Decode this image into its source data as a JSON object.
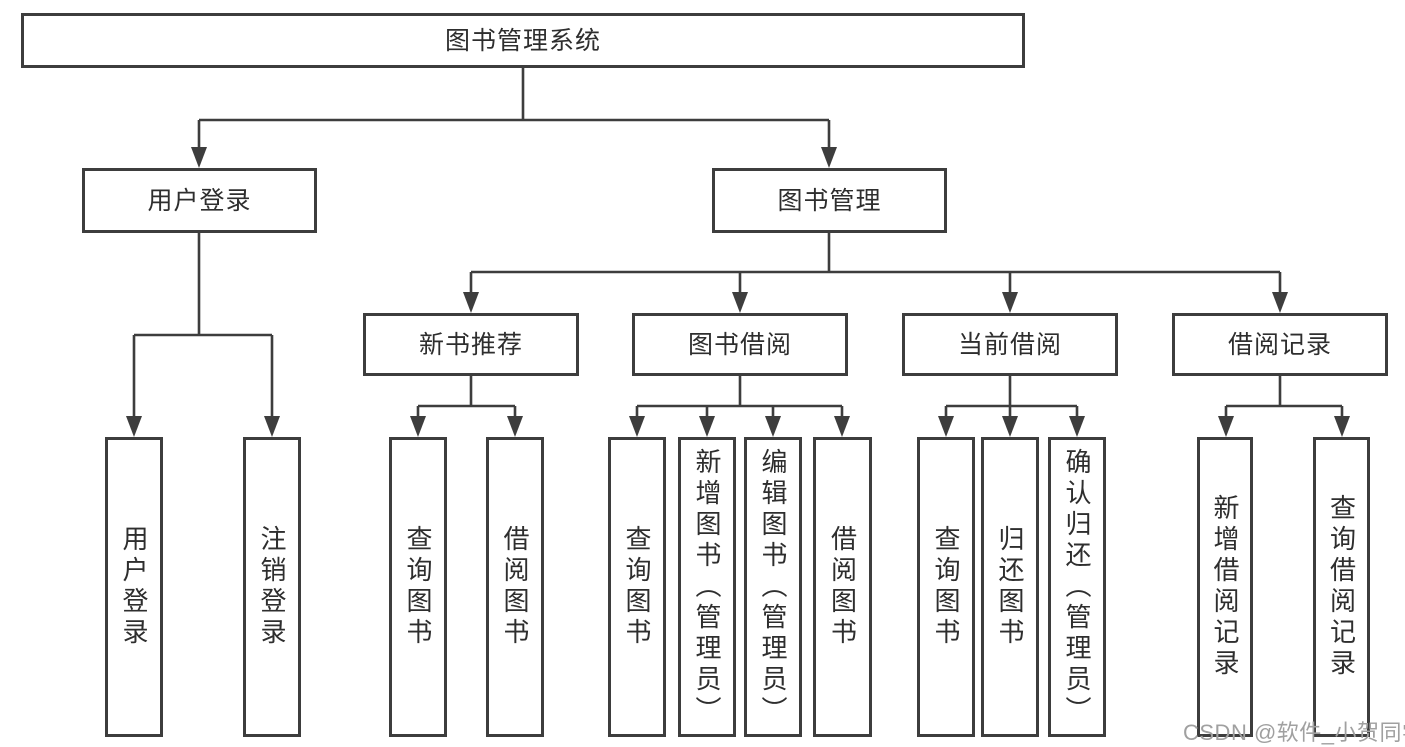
{
  "diagram": {
    "title": "图书管理系统",
    "level2": [
      "用户登录",
      "图书管理"
    ],
    "level3": [
      "新书推荐",
      "图书借阅",
      "当前借阅",
      "借阅记录"
    ],
    "leaves": {
      "login": [
        "用户登录",
        "注销登录"
      ],
      "recommend": [
        "查询图书",
        "借阅图书"
      ],
      "borrow": [
        "查询图书",
        "新增图书（管理员）",
        "编辑图书（管理员）",
        "借阅图书"
      ],
      "current": [
        "查询图书",
        "归还图书",
        "确认归还（管理员）"
      ],
      "records": [
        "新增借阅记录",
        "查询借阅记录"
      ]
    }
  },
  "watermark": "CSDN @软件_小贺同学",
  "colors": {
    "line": "#3d3d3d",
    "text": "#2e2e2e",
    "node_fill": "#ffffff",
    "watermark": "#a0a0a0"
  }
}
